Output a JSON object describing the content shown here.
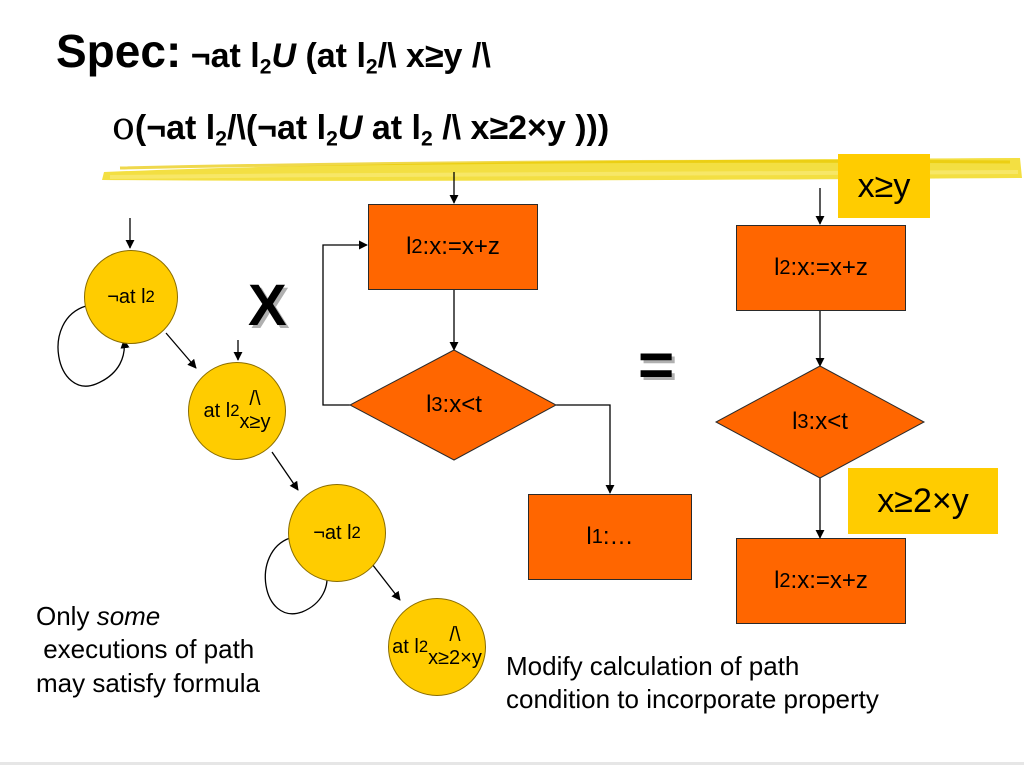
{
  "title": {
    "line1": {
      "spec": "Spec:",
      "neg_at_l": "¬at l",
      "sub1": "2",
      "until1": "U",
      "open_at_l": "(at l",
      "sub2": "2",
      "conj_xy": "/\\ x≥y /\\"
    },
    "line2": {
      "next_op": "o",
      "open_neg": "(¬at l",
      "sub1": "2",
      "and_neg": "/\\(¬at l",
      "sub2": "2",
      "until2": "U",
      "at_l": " at l",
      "sub3": "2",
      "rest": " /\\ x≥2×y )))"
    }
  },
  "automaton": {
    "s1": "¬at l<sub>2</sub>",
    "s2": "at l<sub>2</sub>/\\<br>x≥y",
    "s3": "¬at l<sub>2</sub>",
    "s4": "at l<sub>2</sub>/\\<br>x≥2×y"
  },
  "product_symbol": "X",
  "equals_symbol": "=",
  "program": {
    "assign": "l<sub>2</sub>:x:=x+z",
    "cond": "l<sub>3</sub>:x&lt;t",
    "exit": "l<sub>1</sub>:…"
  },
  "result": {
    "assign1": "l<sub>2</sub>:x:=x+z",
    "cond": "l<sub>3</sub>:x&lt;t",
    "assign2": "l<sub>2</sub>:x:=x+z",
    "label_xy": "x≥y",
    "label_x2y": "x≥2×y"
  },
  "captions": {
    "left": "Only <i>some</i><br>&nbsp;executions of path<br>may satisfy formula",
    "right": "Modify calculation of path<br>condition to incorporate property"
  },
  "colors": {
    "state_fill": "#ffcc00",
    "box_fill": "#ff6600",
    "highlight": "#f2dc2e"
  }
}
